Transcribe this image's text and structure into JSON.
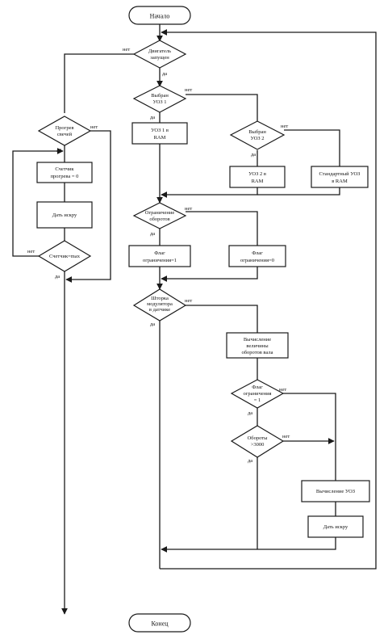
{
  "start": "Начало",
  "end": "Конец",
  "yes": "да",
  "no": "нет",
  "engine_running": [
    "Двигатель",
    "запущен"
  ],
  "warmup_plugs": [
    "Прогрев",
    "свечей"
  ],
  "warmup_counter": [
    "Счетчик",
    "прогрева = 0"
  ],
  "spark_left": "Дать искру",
  "counter_max": "Счетчик=max",
  "uoz1_selected": [
    "Выбран",
    "УОЗ 1"
  ],
  "uoz1_ram": [
    "УОЗ 1 в",
    "RAM"
  ],
  "uoz2_selected": [
    "Выбран",
    "УОЗ 2"
  ],
  "uoz2_ram": [
    "УОЗ 2 в",
    "RAM"
  ],
  "standard_uoz": [
    "Стандартный УОЗ",
    "в RAM"
  ],
  "rpm_limit": [
    "Ограничение",
    "оборотов"
  ],
  "limit_flag_1": [
    "Флаг",
    "ограничения=1"
  ],
  "limit_flag_0": [
    "Флаг",
    "ограничения=0"
  ],
  "modulator_shutter": [
    "Шторка",
    "модулятора",
    "в датчике"
  ],
  "calc_rpm": [
    "Вычисление",
    "величины",
    "оборотов вала"
  ],
  "limit_flag_check": [
    "Флаг",
    "ограничения",
    "= 1"
  ],
  "rpm_over": [
    "Обороты",
    ">3000"
  ],
  "calc_uoz": "Вычисление УОЗ",
  "spark_right": "Дать искру"
}
